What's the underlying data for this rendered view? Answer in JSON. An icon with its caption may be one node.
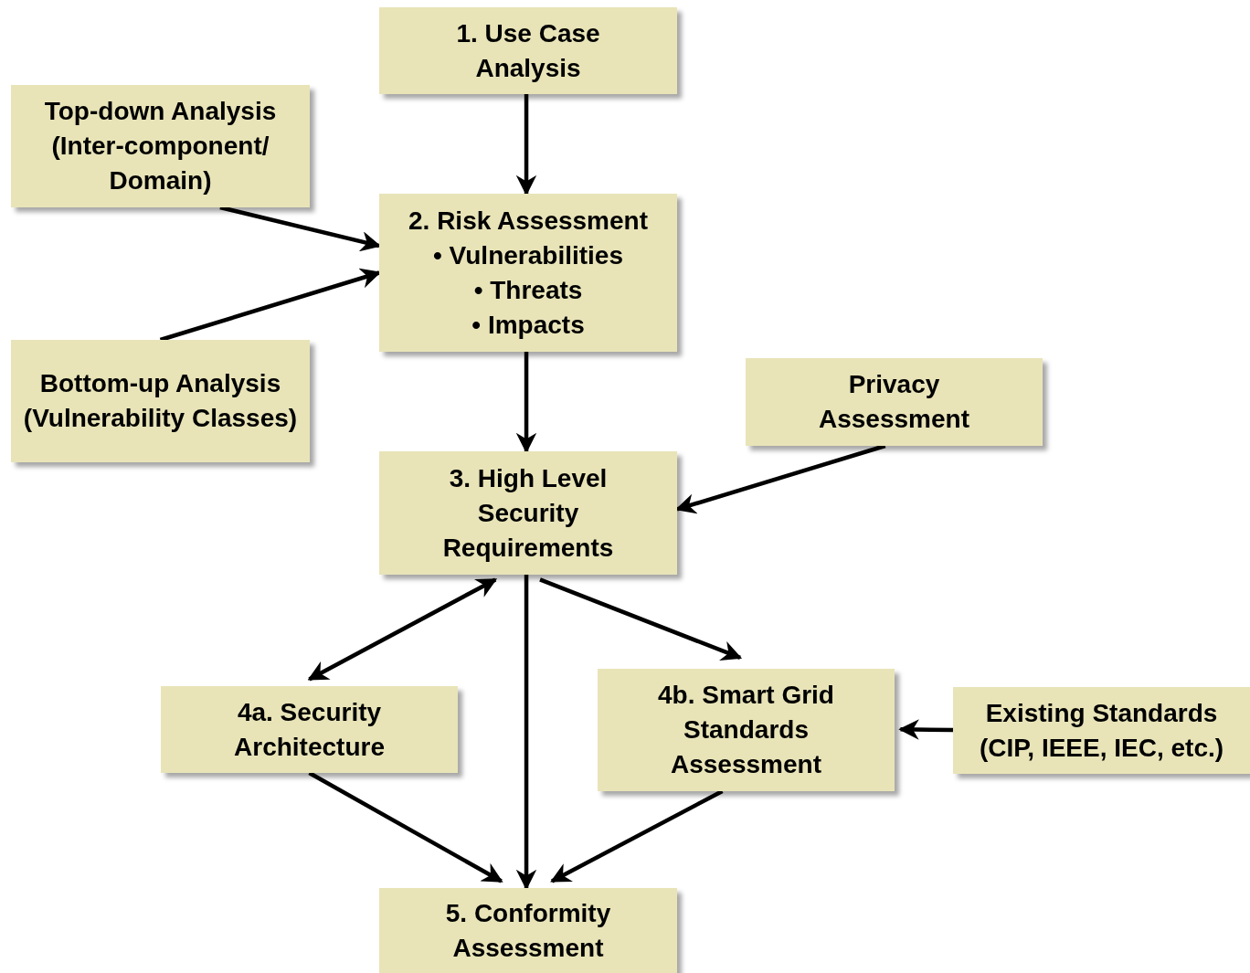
{
  "diagram": {
    "nodes": [
      {
        "text": [
          "1. Use Case Analysis"
        ]
      },
      {
        "text": [
          "Top-down Analysis (Inter-component/ Domain)"
        ]
      },
      {
        "text": [
          "2. Risk Assessment",
          "• Vulnerabilities",
          "• Threats",
          "• Impacts"
        ]
      },
      {
        "text": [
          "Bottom-up Analysis (Vulnerability Classes)"
        ]
      },
      {
        "text": [
          "Privacy Assessment"
        ]
      },
      {
        "text": [
          "3. High Level Security Requirements"
        ]
      },
      {
        "text": [
          "4a. Security Architecture"
        ]
      },
      {
        "text": [
          "4b. Smart Grid Standards Assessment"
        ]
      },
      {
        "text": [
          "Existing Standards (CIP, IEEE, IEC, etc.)"
        ]
      },
      {
        "text": [
          "5. Conformity Assessment"
        ]
      }
    ],
    "edges": [
      {
        "from": 0,
        "to": 2,
        "arrow": "to"
      },
      {
        "from": 1,
        "to": 2,
        "arrow": "to"
      },
      {
        "from": 3,
        "to": 2,
        "arrow": "to"
      },
      {
        "from": 2,
        "to": 5,
        "arrow": "to"
      },
      {
        "from": 4,
        "to": 5,
        "arrow": "to"
      },
      {
        "from": 5,
        "to": 6,
        "arrow": "both"
      },
      {
        "from": 5,
        "to": 7,
        "arrow": "to"
      },
      {
        "from": 5,
        "to": 9,
        "arrow": "to"
      },
      {
        "from": 6,
        "to": 9,
        "arrow": "to"
      },
      {
        "from": 7,
        "to": 9,
        "arrow": "to"
      },
      {
        "from": 8,
        "to": 7,
        "arrow": "to"
      }
    ]
  }
}
